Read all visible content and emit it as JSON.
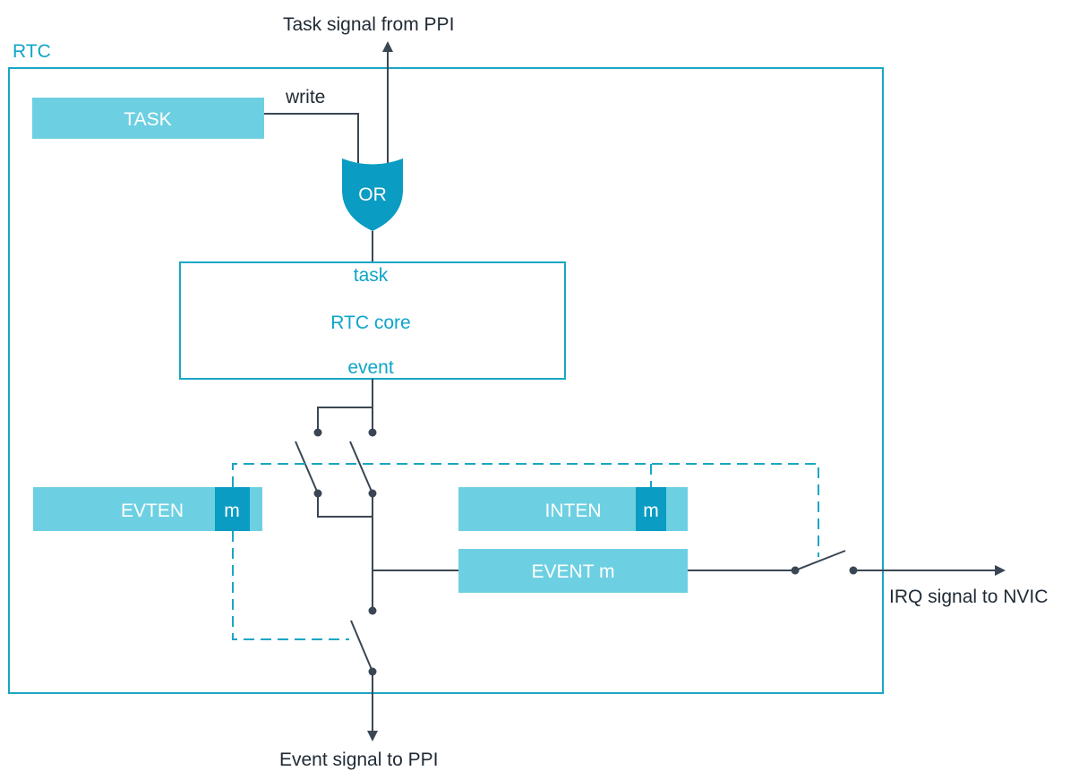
{
  "labels": {
    "block_name": "RTC",
    "task_signal_in": "Task signal from PPI",
    "write": "write",
    "task_register": "TASK",
    "or_gate": "OR",
    "core_task": "task",
    "core_name": "RTC core",
    "core_event": "event",
    "evten_register": "EVTEN",
    "evten_bit": "m",
    "inten_register": "INTEN",
    "inten_bit": "m",
    "event_register": "EVENT m",
    "irq_output": "IRQ signal to NVIC",
    "event_output": "Event signal to PPI"
  },
  "colors": {
    "accent": "#0ea5c9",
    "register_fill": "#6dd0e2",
    "bit_fill": "#0a9cc2",
    "gate_fill": "#0a9cc2",
    "wire": "#3a4654",
    "frame": "#1aa6c4"
  }
}
